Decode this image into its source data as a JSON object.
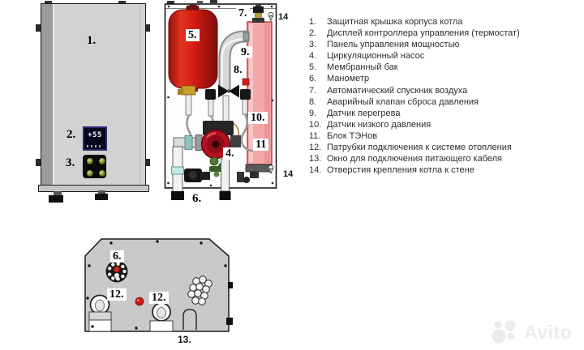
{
  "legend": {
    "items": [
      {
        "num": "1.",
        "text": "Защитная крышка корпуса котла"
      },
      {
        "num": "2.",
        "text": "Дисплей контроллера управления (термостат)"
      },
      {
        "num": "3.",
        "text": "Панель управления мощностью"
      },
      {
        "num": "4.",
        "text": "Циркуляционный насос"
      },
      {
        "num": "5.",
        "text": "Мембранный бак"
      },
      {
        "num": "6.",
        "text": "Манометр"
      },
      {
        "num": "7.",
        "text": "Автоматический спускник воздуха"
      },
      {
        "num": "8.",
        "text": "Аварийный клапан сброса давления"
      },
      {
        "num": "9.",
        "text": "Датчик перегрева"
      },
      {
        "num": "10.",
        "text": "Датчик низкого давления"
      },
      {
        "num": "11.",
        "text": "Блок ТЭНов"
      },
      {
        "num": "12.",
        "text": "Патрубки подключения к системе отопления"
      },
      {
        "num": "13.",
        "text": "Окно для подключения питающего кабеля"
      },
      {
        "num": "14.",
        "text": "Отверстия крепления котла к стене"
      }
    ]
  },
  "front_view": {
    "cover_label": "1.",
    "display_label": "2.",
    "power_panel_label": "3.",
    "display_value": "+55"
  },
  "internal_view": {
    "tank_label": "5.",
    "air_vent_label": "7.",
    "overheat_sensor_label": "9.",
    "relief_valve_label": "8.",
    "low_pressure_label": "10.",
    "heater_block_label": "11",
    "pump_label": "4.",
    "manometer_label": "6.",
    "mount_hole_top_label": "14",
    "mount_hole_bottom_label": "14"
  },
  "bottom_view": {
    "manometer_label": "6.",
    "pipe_left_label": "12.",
    "pipe_right_label": "12.",
    "cable_window_label": "13."
  },
  "watermark": {
    "text": "Avito"
  },
  "colors": {
    "tank_red": "#cf1b12",
    "heater_pink": "#f3a8a8",
    "pump_red": "#b01220",
    "panel_gray": "#d2d2d2",
    "display_navy": "#05051c",
    "red_dot": "#c81818"
  }
}
